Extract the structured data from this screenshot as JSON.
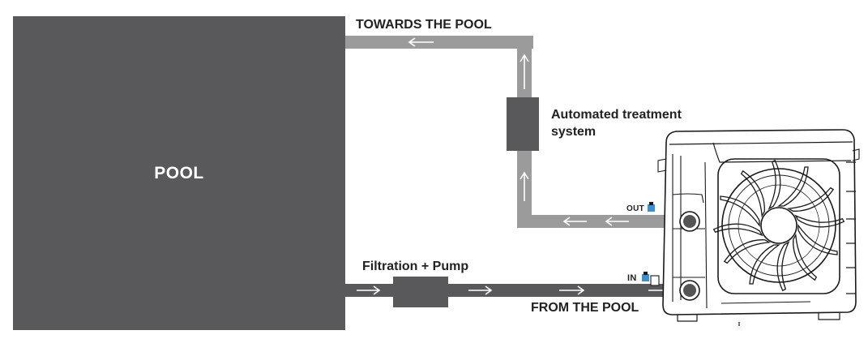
{
  "labels": {
    "pool": "POOL",
    "towards_pool": "TOWARDS THE POOL",
    "treatment_line1": "Automated treatment",
    "treatment_line2": "system",
    "filtration": "Filtration + Pump",
    "from_pool": "FROM THE POOL",
    "out_port": "OUT",
    "in_port": "IN"
  },
  "colors": {
    "pool_fill": "#59595b",
    "return_pipe": "#9b9b9b",
    "supply_pipe": "#59595b",
    "box_fill": "#59595b",
    "heat_pump_outline": "#1a1a1a",
    "port_icon": "#3a8fd0"
  },
  "icons": [
    "arrow-right-icon",
    "arrow-left-icon",
    "arrow-up-icon",
    "water-tap-icon",
    "fan-icon"
  ]
}
